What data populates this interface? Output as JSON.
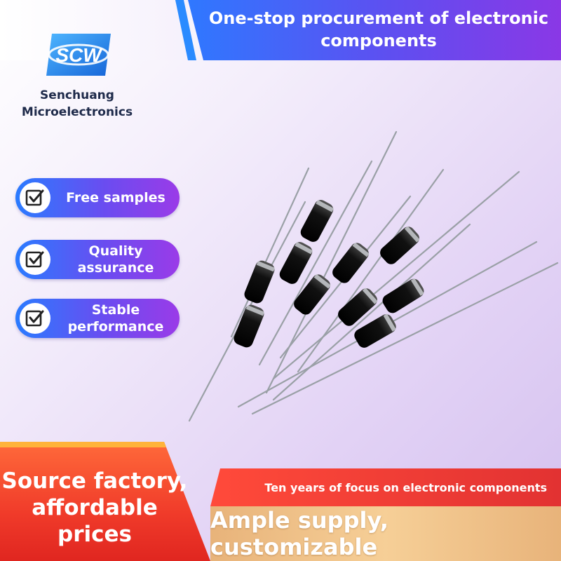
{
  "header": {
    "title": "One-stop procurement of electronic components"
  },
  "brand": {
    "logo_text": "SCW",
    "name": "Senchuang Microelectronics"
  },
  "features": [
    {
      "label": "Free samples",
      "icon": "checkbox-check-icon"
    },
    {
      "label": "Quality assurance",
      "icon": "checkbox-check-icon"
    },
    {
      "label": "Stable performance",
      "icon": "checkbox-check-icon"
    }
  ],
  "product": {
    "image": "axial-diodes-photo"
  },
  "footer": {
    "left_text": "Source factory, affordable prices",
    "tagline": "Ten years of focus on electronic components",
    "slogan": "Ample supply, customizable"
  },
  "colors": {
    "primary_blue": "#2f78ff",
    "primary_purple": "#8a38e6",
    "accent_red": "#e23232",
    "accent_orange": "#ff6a3a",
    "accent_gold": "#f6cf97"
  }
}
